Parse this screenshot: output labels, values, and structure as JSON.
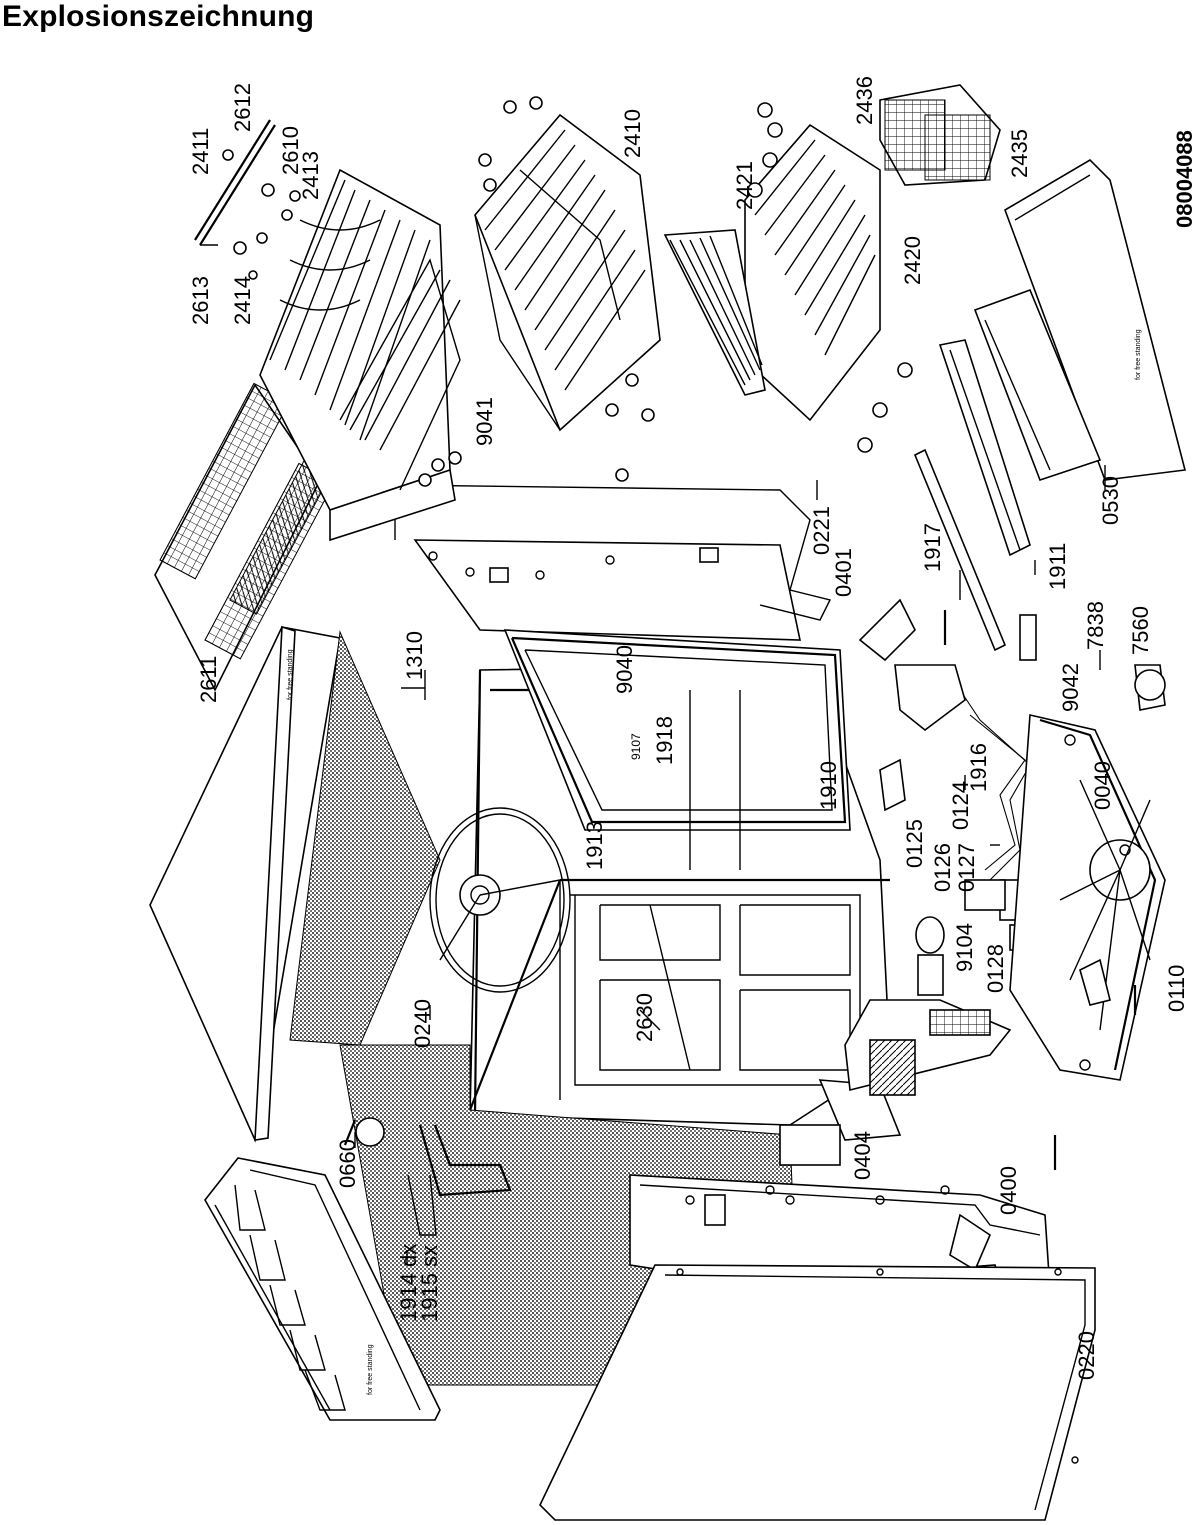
{
  "title": "Explosionszeichnung",
  "drawing_number": "08004088",
  "captions": {
    "free_standing_1": "for free standing",
    "free_standing_2": "for free standing",
    "free_standing_3": "for free standing",
    "free_standing_4": "for free standing"
  },
  "labels": {
    "p2411": "2411",
    "p2612": "2612",
    "p2610": "2610",
    "p2413": "2413",
    "p2613": "2613",
    "p2414": "2414",
    "p2410": "2410",
    "p2421": "2421",
    "p2436": "2436",
    "p2435": "2435",
    "p2420": "2420",
    "p9041": "9041",
    "p0221": "0221",
    "p0401": "0401",
    "p1917": "1917",
    "p1911": "1911",
    "p0530": "0530",
    "p7838": "7838",
    "p7560": "7560",
    "p9042": "9042",
    "p2611": "2611",
    "p1310": "1310",
    "p9040": "9040",
    "p9107": "9107",
    "p1918": "1918",
    "p1910": "1910",
    "p1916": "1916",
    "p0124": "0124",
    "p0040": "0040",
    "p0125": "0125",
    "p1913": "1913",
    "p0126": "0126",
    "p0127": "0127",
    "p9104": "9104",
    "p0128": "0128",
    "p0110": "0110",
    "p2630": "2630",
    "p0240": "0240",
    "p0660": "0660",
    "p0404": "0404",
    "p0400": "0400",
    "p1914": "1914 dx",
    "p1915": "1915 sx",
    "p0220": "0220"
  }
}
